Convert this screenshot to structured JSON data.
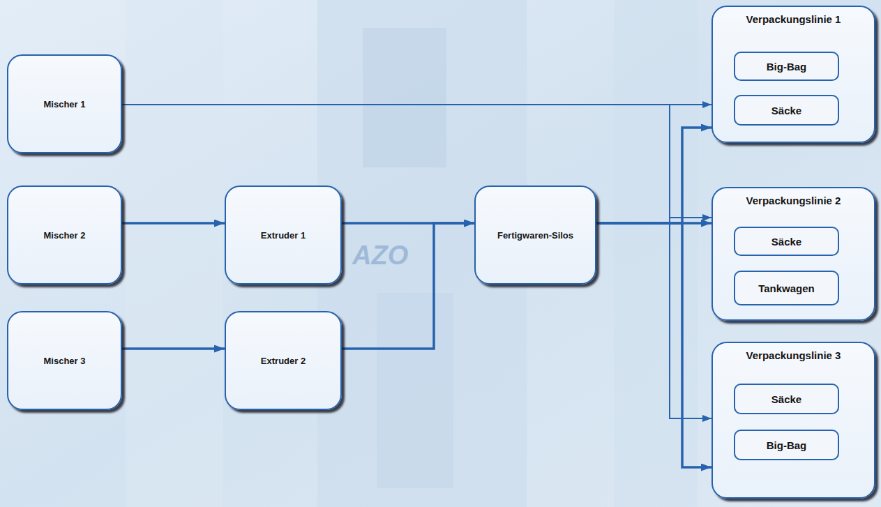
{
  "diagram": {
    "nodes": [
      {
        "text": [
          "Mischer 1"
        ]
      },
      {
        "text": [
          "Mischer 2"
        ]
      },
      {
        "text": [
          "Mischer 3"
        ]
      },
      {
        "text": [
          "Extruder 1"
        ]
      },
      {
        "text": [
          "Extruder 2"
        ]
      },
      {
        "text": [
          "Fertigwaren-Silos"
        ]
      },
      {
        "text": [
          "Verpackungslinie 1"
        ]
      },
      {
        "text": [
          "Big-Bag"
        ],
        "in": 6
      },
      {
        "text": [
          "Säcke"
        ],
        "in": 6
      },
      {
        "text": [
          "Verpackungslinie 2"
        ]
      },
      {
        "text": [
          "Säcke"
        ],
        "in": 9
      },
      {
        "text": [
          "Tankwagen"
        ],
        "in": 9
      },
      {
        "text": [
          "Verpackungslinie 3"
        ]
      },
      {
        "text": [
          "Säcke"
        ],
        "in": 12
      },
      {
        "text": [
          "Big-Bag"
        ],
        "in": 12
      }
    ],
    "edges": [
      {
        "from": 0,
        "to": 6,
        "arrow": "to"
      },
      {
        "from": 0,
        "to": 9,
        "arrow": "to"
      },
      {
        "from": 0,
        "to": 12,
        "arrow": "to"
      },
      {
        "from": 1,
        "to": 3,
        "arrow": "to"
      },
      {
        "from": 2,
        "to": 4,
        "arrow": "to"
      },
      {
        "from": 3,
        "to": 5,
        "arrow": "to"
      },
      {
        "from": 4,
        "to": 5,
        "arrow": "to"
      },
      {
        "from": 5,
        "to": 6,
        "arrow": "to"
      },
      {
        "from": 5,
        "to": 9,
        "arrow": "to"
      },
      {
        "from": 5,
        "to": 12,
        "arrow": "to"
      }
    ],
    "labels": [
      "AZO"
    ]
  }
}
